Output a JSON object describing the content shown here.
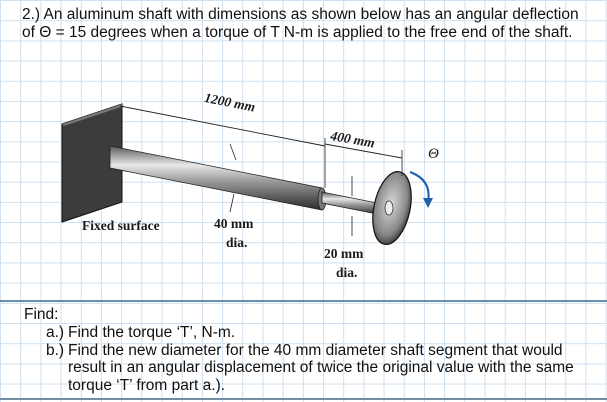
{
  "problem": {
    "number": "2.)",
    "statement": "An aluminum shaft with dimensions as shown below has an angular deflection of Θ = 15 degrees when a torque of T N-m is applied to the free end of the shaft."
  },
  "figure": {
    "labels": {
      "length_1": "1200 mm",
      "length_2": "400 mm",
      "angle": "Θ",
      "fixed": "Fixed surface",
      "dia_1_value": "40 mm",
      "dia_1_unit": "dia.",
      "dia_2_value": "20 mm",
      "dia_2_unit": "dia."
    }
  },
  "find": {
    "heading": "Find:",
    "items": [
      {
        "marker": "a.)",
        "text": "Find the torque ‘T’, N-m."
      },
      {
        "marker": "b.)",
        "text": "Find the new diameter for the 40 mm diameter shaft segment that would result in an angular displacement of twice the original value with the same torque ‘T’ from part a.)."
      }
    ]
  }
}
